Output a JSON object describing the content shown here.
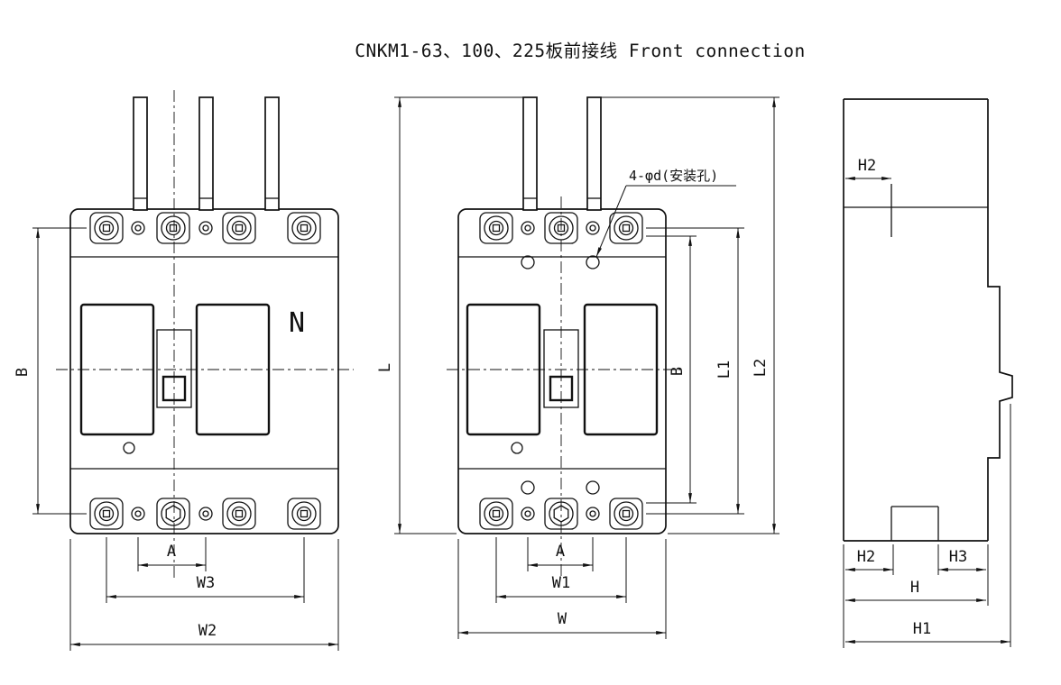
{
  "title": "CNKM1-63、100、225板前接线  Front connection",
  "left_view": {
    "neutral_label": "N",
    "dim_b": "B",
    "dim_a": "A",
    "dim_w3": "W3",
    "dim_w2": "W2"
  },
  "middle_view": {
    "mounting_note": "4-φd(安装孔)",
    "dim_l": "L",
    "dim_b": "B",
    "dim_l1": "L1",
    "dim_l2": "L2",
    "dim_a": "A",
    "dim_w1": "W1",
    "dim_w": "W"
  },
  "side_view": {
    "dim_h2_top": "H2",
    "dim_h2_bottom": "H2",
    "dim_h3": "H3",
    "dim_h": "H",
    "dim_h1": "H1"
  }
}
